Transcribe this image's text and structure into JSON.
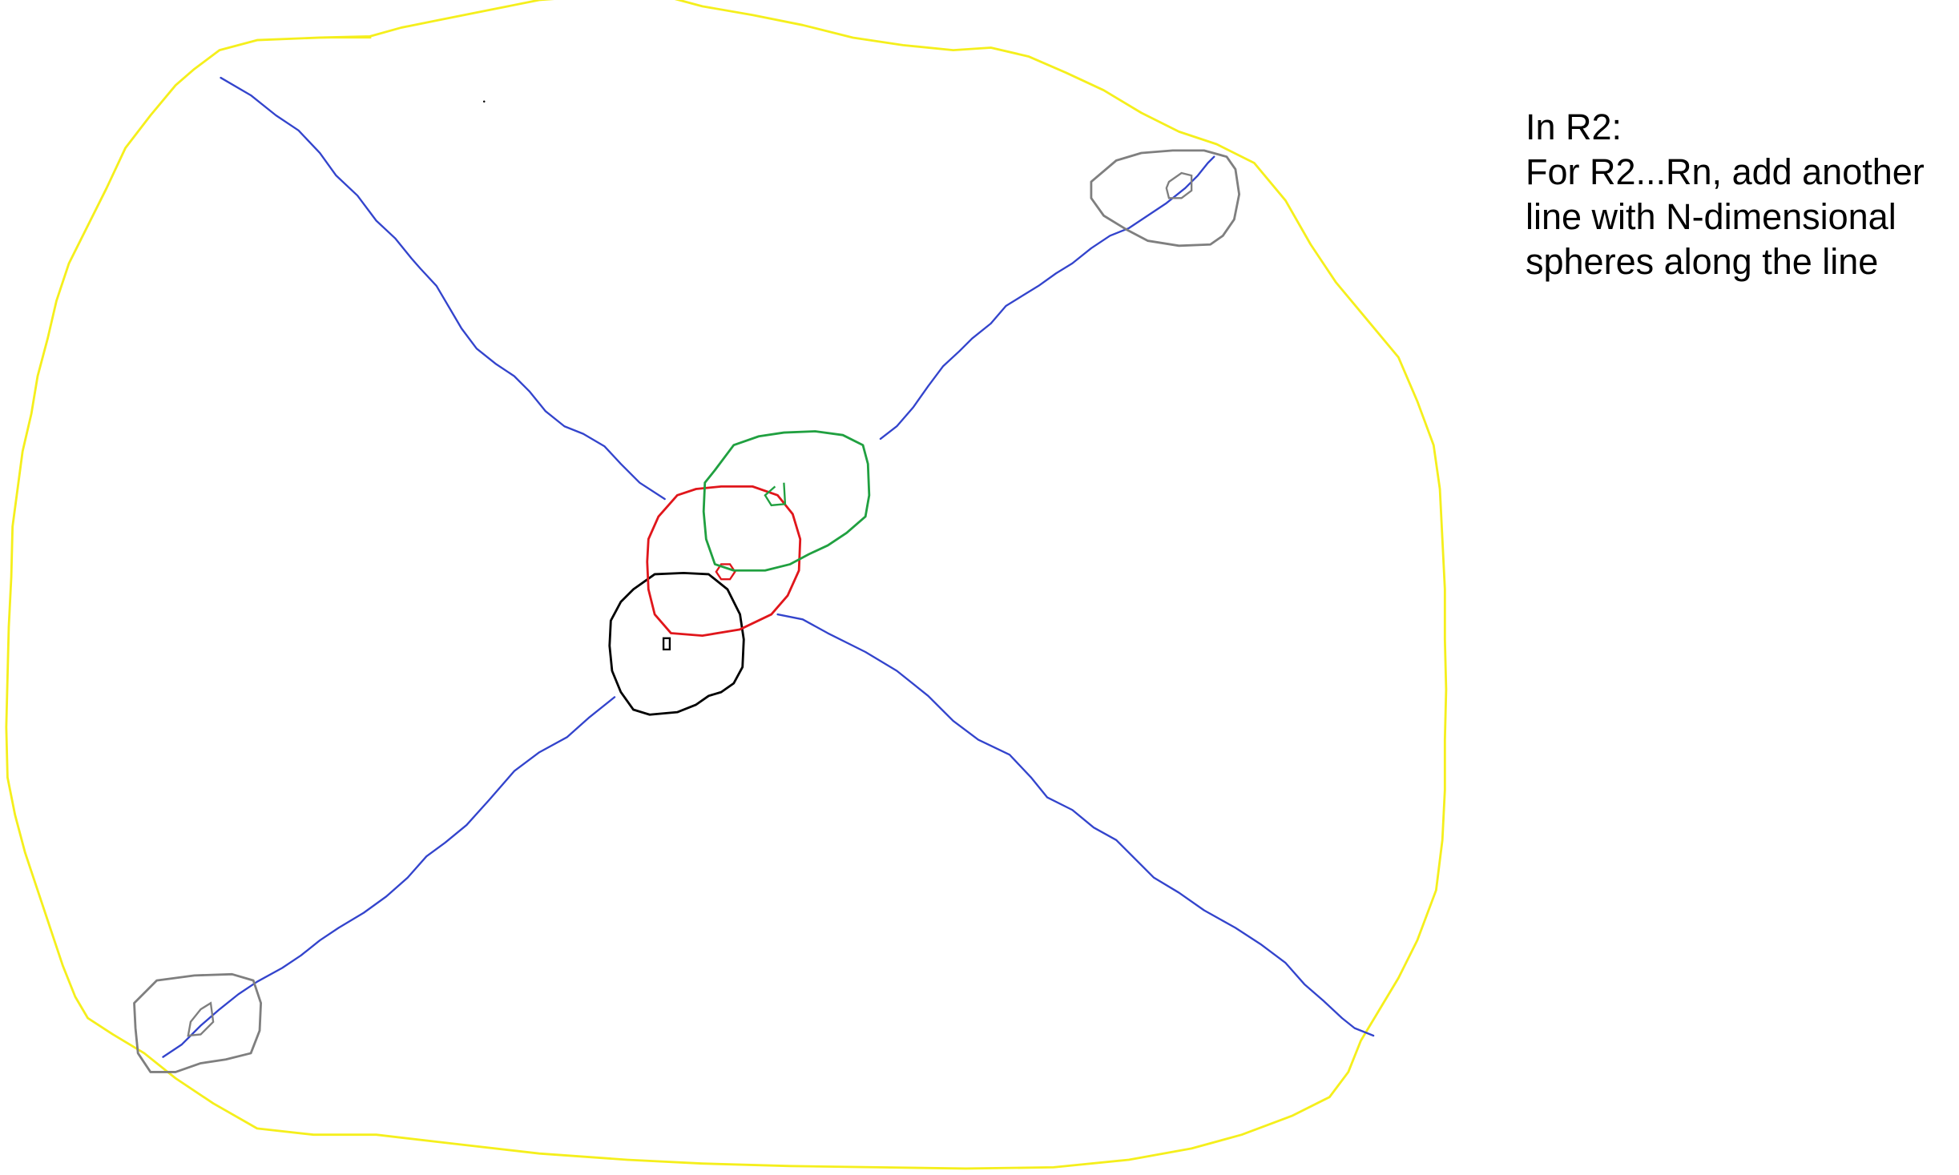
{
  "note": {
    "lines": [
      "In R2:",
      "For R2...Rn, add another",
      "line with N-dimensional",
      "spheres along the line"
    ]
  },
  "colors": {
    "outer_boundary": "#f5ef1c",
    "axis_lines": "#3344cc",
    "black_circle": "#000000",
    "red_circle": "#e0161b",
    "green_circle": "#20a040",
    "grey_endpoints": "#7f7f7f",
    "background": "#ffffff"
  }
}
